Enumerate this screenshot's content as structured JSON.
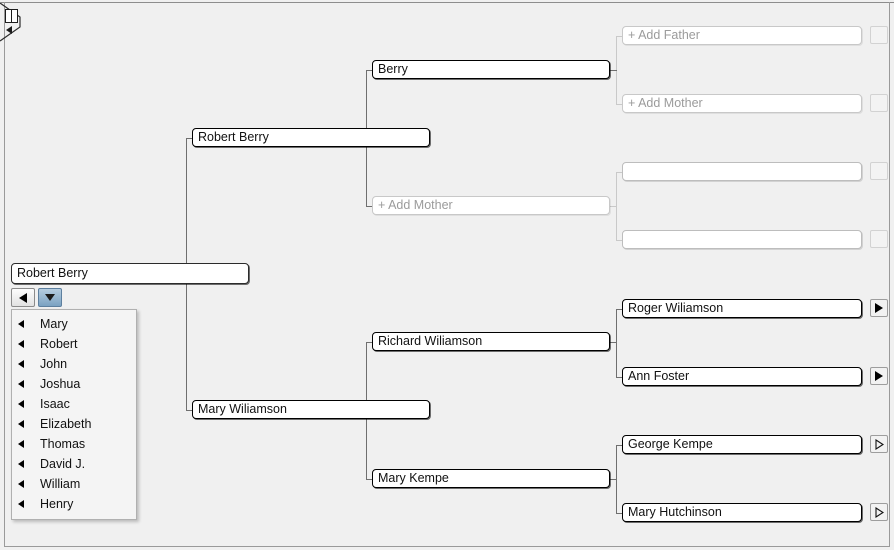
{
  "app": {
    "background": "#f0f0f0",
    "box_border": "#000000",
    "ghost_text_color": "#9b9b9b",
    "connector_color": "#6f6f6f",
    "selected_button_color": "#7ba2c2"
  },
  "panel_toggle": {
    "book_icon": "book-icon",
    "collapse_icon": "triangle-left-icon"
  },
  "root": {
    "name": "Robert Berry",
    "nav": {
      "back_label": "triangle-left-icon",
      "dropdown_label": "triangle-down-icon"
    }
  },
  "dropdown": {
    "open": true,
    "items": [
      {
        "label": "Mary"
      },
      {
        "label": "Robert"
      },
      {
        "label": "John"
      },
      {
        "label": "Joshua"
      },
      {
        "label": "Isaac"
      },
      {
        "label": "Elizabeth"
      },
      {
        "label": "Thomas"
      },
      {
        "label": "David J."
      },
      {
        "label": "William"
      },
      {
        "label": "Henry"
      }
    ]
  },
  "generation2": [
    {
      "name": "Robert Berry",
      "state": "filled"
    },
    {
      "name": "Mary Wiliamson",
      "state": "filled"
    }
  ],
  "generation3": [
    {
      "name": "Berry",
      "state": "filled"
    },
    {
      "name": "+ Add Mother",
      "state": "ghost"
    },
    {
      "name": "Richard Wiliamson",
      "state": "filled"
    },
    {
      "name": "Mary Kempe",
      "state": "filled"
    }
  ],
  "generation4": [
    {
      "name": "+ Add Father",
      "state": "ghost",
      "button": "blank"
    },
    {
      "name": "+ Add Mother",
      "state": "ghost",
      "button": "blank"
    },
    {
      "name": "",
      "state": "empty",
      "button": "blank"
    },
    {
      "name": "",
      "state": "empty",
      "button": "blank"
    },
    {
      "name": "Roger Wiliamson",
      "state": "filled",
      "button": "arrow-solid"
    },
    {
      "name": "Ann Foster",
      "state": "filled",
      "button": "arrow-solid"
    },
    {
      "name": "George Kempe",
      "state": "filled",
      "button": "arrow-hollow"
    },
    {
      "name": "Mary Hutchinson",
      "state": "filled",
      "button": "arrow-hollow"
    }
  ]
}
